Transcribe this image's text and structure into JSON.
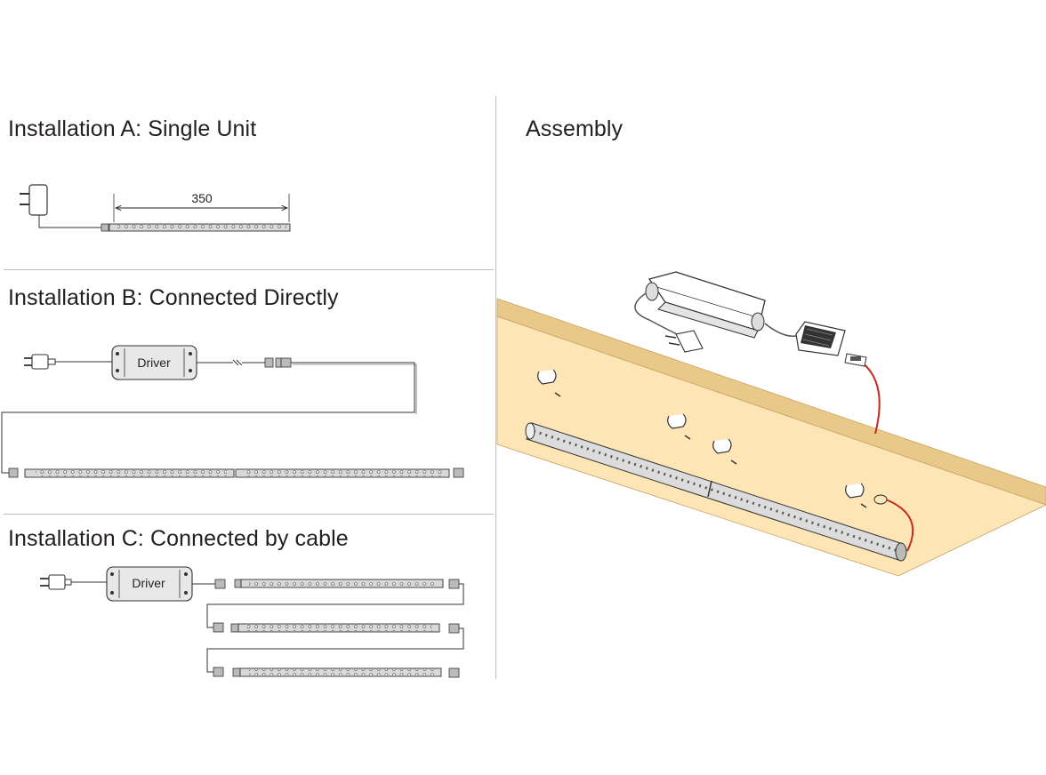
{
  "sections": {
    "a": {
      "title": "Installation A: Single Unit",
      "dimension": "350"
    },
    "b": {
      "title": "Installation B: Connected Directly",
      "driver_label": "Driver"
    },
    "c": {
      "title": "Installation C: Connected by cable",
      "driver_label": "Driver"
    },
    "assembly": {
      "title": "Assembly"
    }
  },
  "colors": {
    "panel": "#fde5b6",
    "panel_edge": "#c9a15f",
    "cable_red": "#c8281e",
    "strip_fill": "#d9d9d9",
    "driver_fill": "#e8e8e8"
  }
}
